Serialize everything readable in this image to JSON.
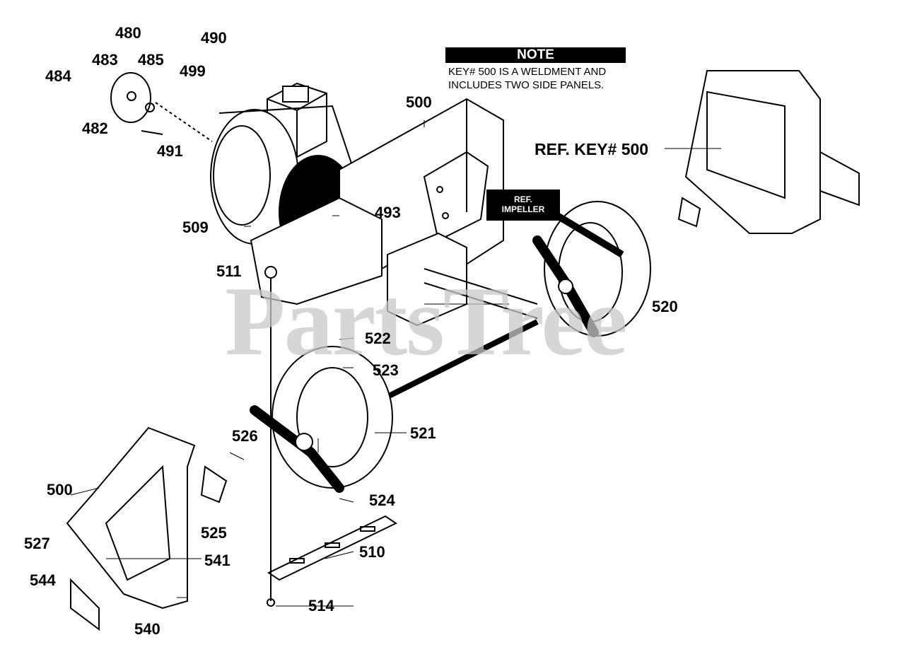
{
  "note": {
    "heading": "NOTE",
    "line1": "KEY# 500 IS A WELDMENT AND",
    "line2": "INCLUDES TWO SIDE PANELS."
  },
  "callout": {
    "line1": "REF.",
    "line2": "IMPELLER"
  },
  "watermark": "PartsTree",
  "labels": {
    "k480": "480",
    "k483": "483",
    "k484": "484",
    "k485": "485",
    "k490": "490",
    "k499": "499",
    "k482": "482",
    "k491": "491",
    "k500_top": "500",
    "ref_key_500": "REF. KEY# 500",
    "k493": "493",
    "k509": "509",
    "k511": "511",
    "k520": "520",
    "k522": "522",
    "k523": "523",
    "k521": "521",
    "k526": "526",
    "k500_left": "500",
    "k524": "524",
    "k525": "525",
    "k527": "527",
    "k541": "541",
    "k510": "510",
    "k544": "544",
    "k514": "514",
    "k540": "540"
  },
  "colors": {
    "ink": "#000000",
    "paper": "#ffffff",
    "watermark": "#c9c9c9"
  }
}
